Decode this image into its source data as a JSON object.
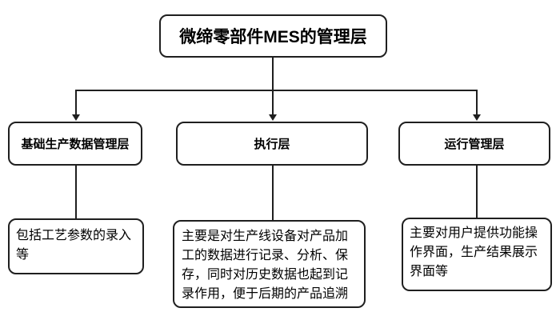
{
  "diagram": {
    "colors": {
      "stroke": "#1f1f1f",
      "background": "#ffffff",
      "text": "#000000"
    },
    "root": {
      "label": "微缔零部件MES的管理层"
    },
    "branches": [
      {
        "label": "基础生产数据管理层",
        "desc": "包括工艺参数的录入等",
        "desc_lines": [
          "包括工艺参数的录入",
          "等"
        ]
      },
      {
        "label": "执行层",
        "desc": "主要是对生产线设备对产品加工的数据进行记录、分析、保存，同时对历史数据也起到记录作用，便于后期的产品追溯",
        "desc_lines": [
          "主要是对生产线设备对产品加",
          "工的数据进行记录、分析、保",
          "存，同时对历史数据也起到记",
          "录作用，便于后期的产品追溯"
        ]
      },
      {
        "label": "运行管理层",
        "desc": "主要对用户提供功能操作界面，生产结果展示界面等",
        "desc_lines": [
          "主要对用户提供功能操",
          "作界面，生产结果展示",
          "界面等"
        ]
      }
    ]
  }
}
